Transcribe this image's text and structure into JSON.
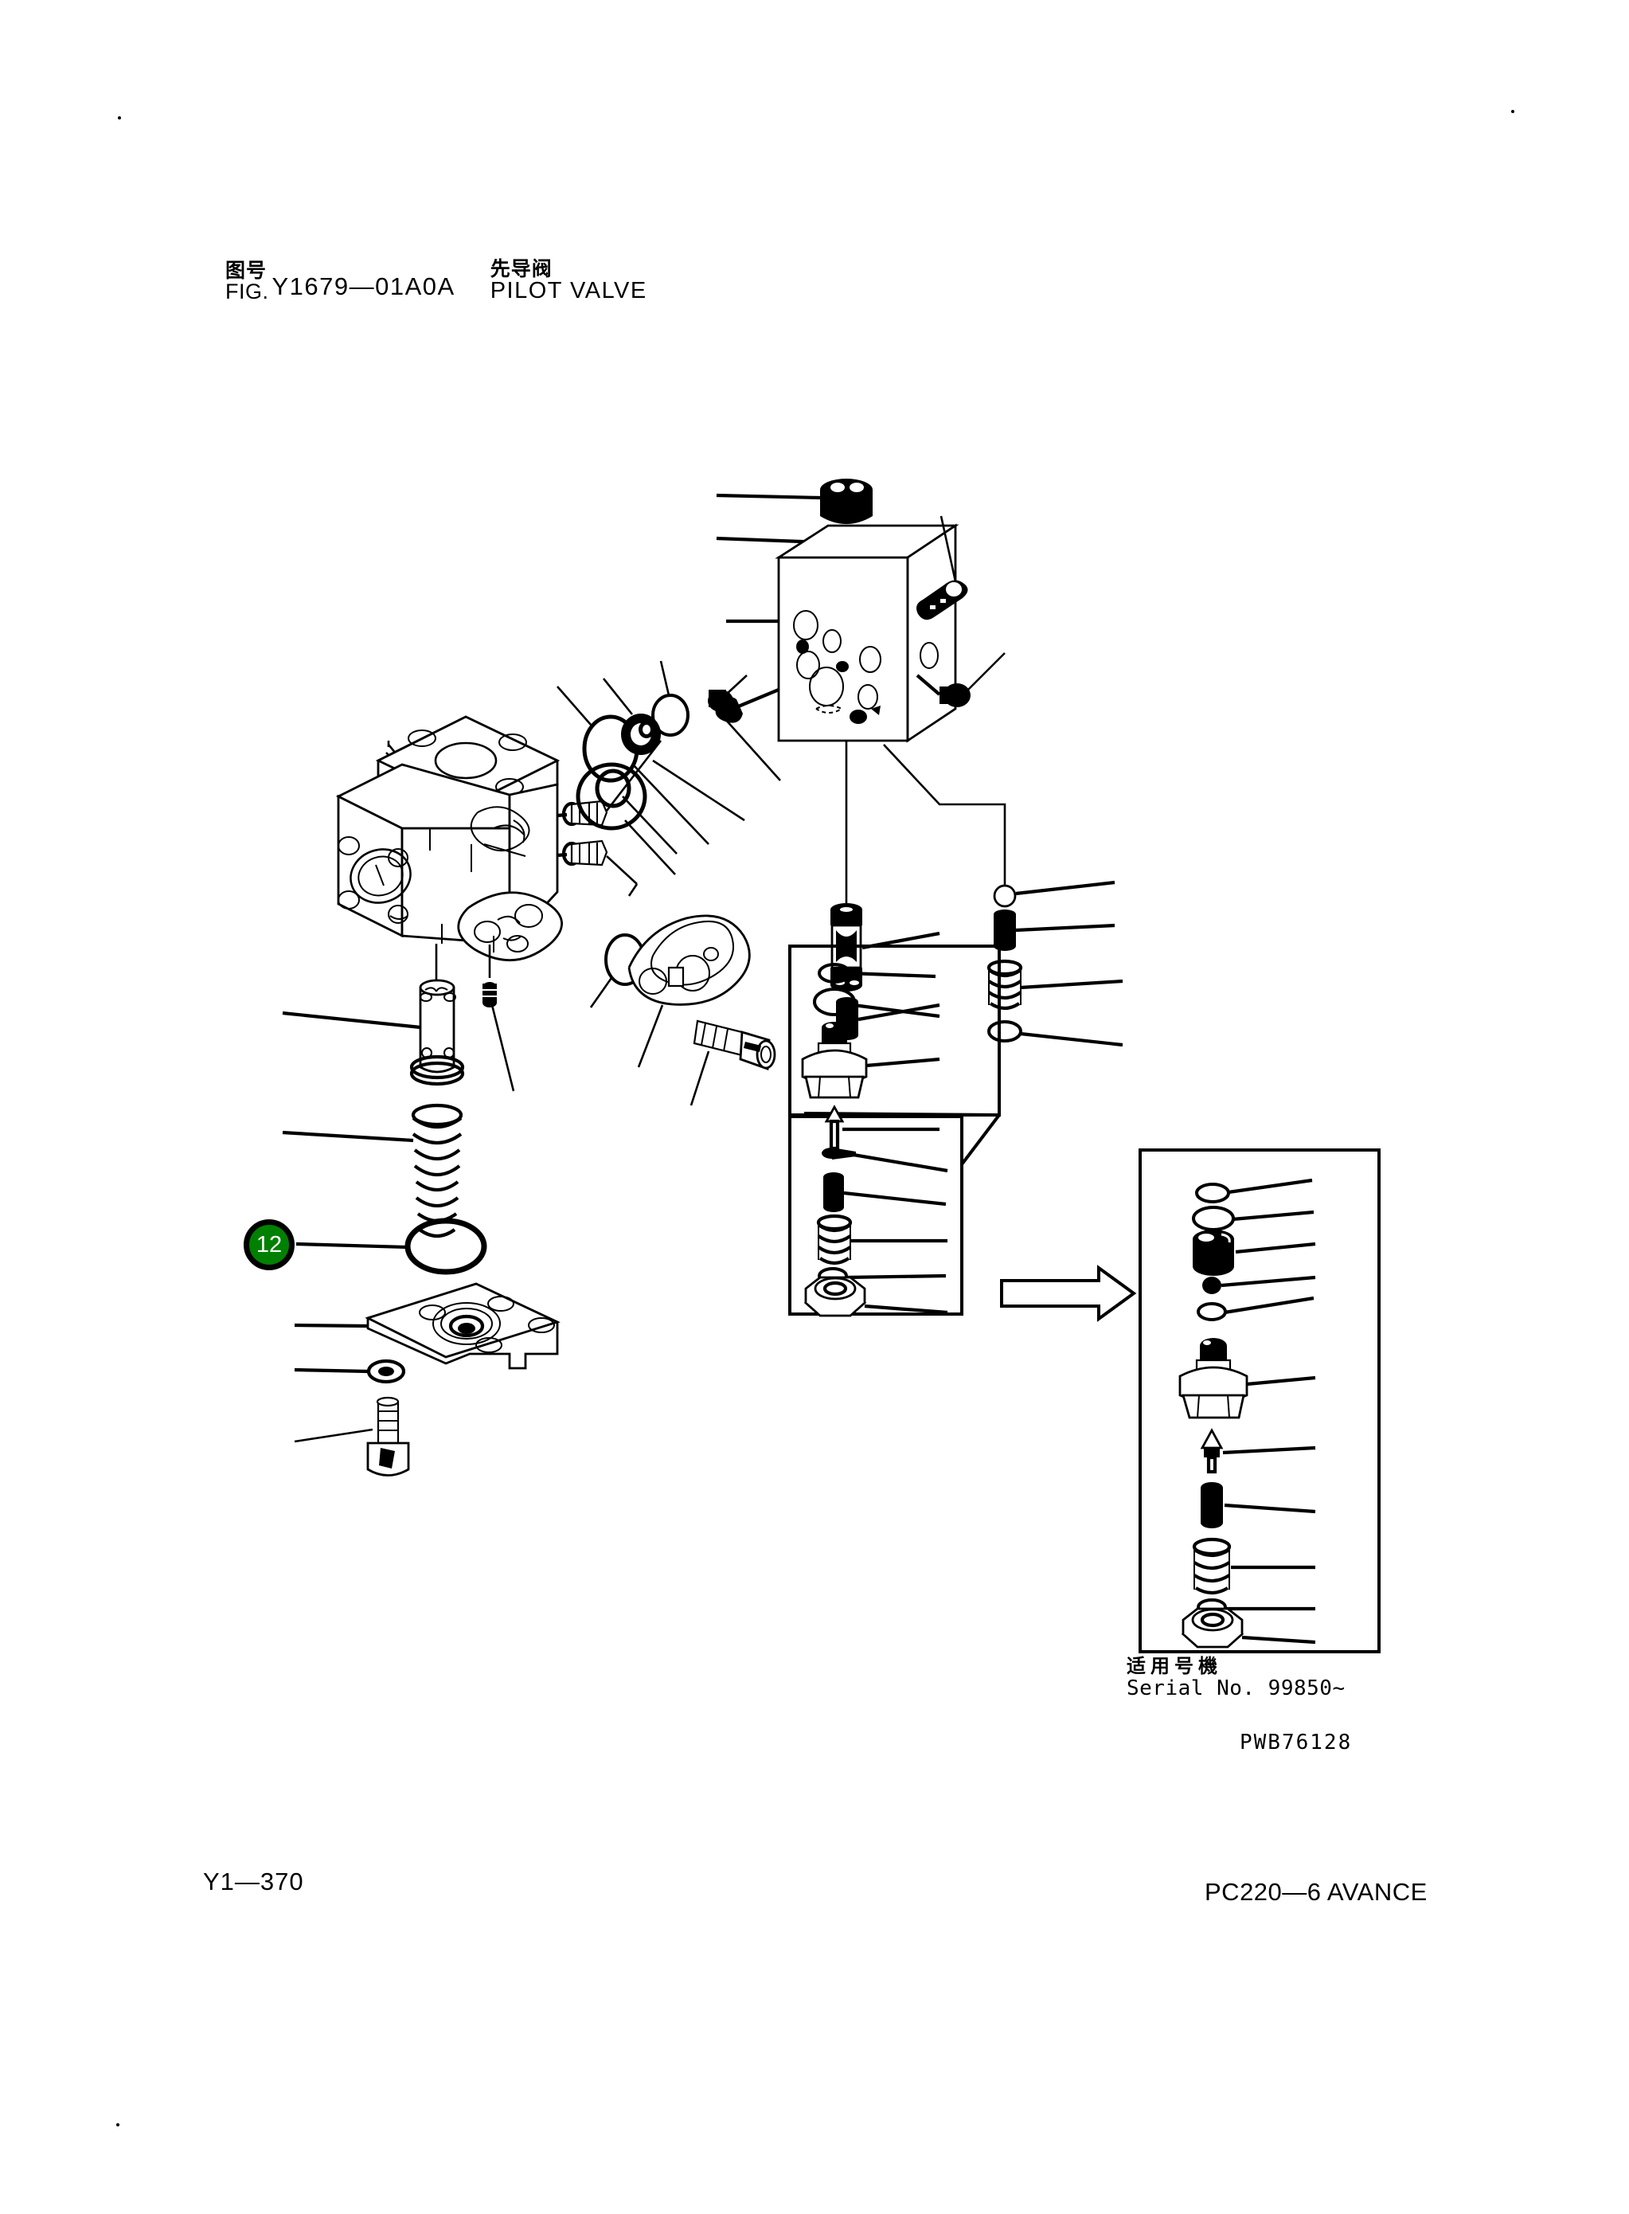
{
  "header": {
    "fig_cjk": "图号",
    "fig_label": "FIG.",
    "fig_number": "Y1679—01A0A",
    "title_cjk": "先导阀",
    "title_en": "PILOT VALVE"
  },
  "footer": {
    "page_number": "Y1—370",
    "model": "PC220—6 AVANCE"
  },
  "drawing_code": "PWB76128",
  "serial_note": {
    "cjk": "适用号機",
    "english": "Serial No. 99850~"
  },
  "callouts": [
    {
      "number": "12",
      "target": "o-ring",
      "color": "#008000",
      "text_color": "#ffffff"
    }
  ],
  "assemblies": {
    "main_valve_body": {
      "name": "pilot valve body",
      "parts": [
        "valve body housing",
        "top mounting flange with 4 bolt holes",
        "side port flange",
        "plug screw upper",
        "plug screw lower",
        "spool cartridge",
        "coil spring",
        "o-ring",
        "cover plate with 4 bolt holes",
        "washer",
        "socket head bolt"
      ]
    },
    "upper_manifold": {
      "name": "manifold block",
      "parts": [
        "cap nut",
        "seal ring",
        "manifold block body",
        "plug left",
        "plug right",
        "pin",
        "relief cartridge",
        "spacer"
      ]
    },
    "seal_kit_cluster": {
      "name": "o-ring and seal cluster",
      "parts": [
        "o-ring large",
        "o-ring medium",
        "o-ring small",
        "backup ring",
        "seal ring",
        "plug"
      ]
    },
    "port_cover": {
      "name": "port cover bracket",
      "parts": [
        "cover bracket",
        "socket head bolt",
        "o-ring"
      ]
    }
  },
  "detail_boxes": [
    {
      "id": "detail-box-center",
      "label": "reducing valve detail",
      "parts": [
        "o-ring small",
        "o-ring large",
        "valve seat assembly",
        "needle poppet",
        "pin",
        "spacer",
        "spring",
        "washer",
        "hex nut"
      ]
    },
    {
      "id": "detail-box-right",
      "label": "reducing valve expanded detail",
      "parts": [
        "o-ring small",
        "o-ring large",
        "bushing",
        "ball",
        "washer",
        "valve seat assembly",
        "needle poppet",
        "spacer",
        "spring",
        "washer",
        "hex nut"
      ]
    }
  ],
  "arrow": {
    "name": "detail-expansion-arrow",
    "direction": "right"
  }
}
